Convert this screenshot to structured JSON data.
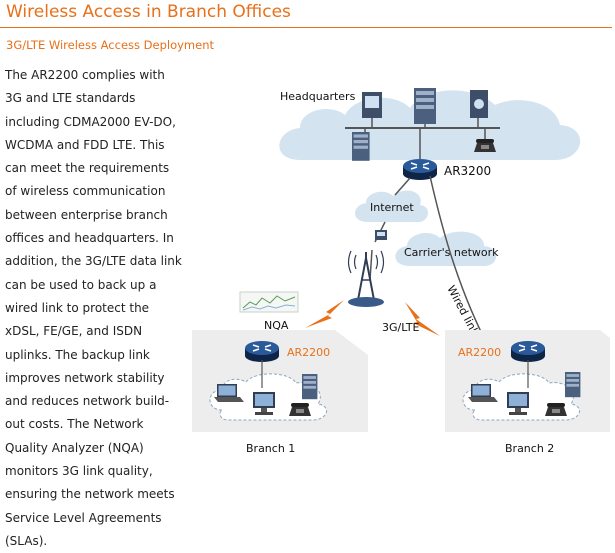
{
  "header": {
    "title": "Wireless Access in Branch Offices",
    "subtitle": "3G/LTE Wireless Access Deployment"
  },
  "body": {
    "paragraph": "The AR2200 complies with 3G and LTE standards including CDMA2000 EV-DO, WCDMA and FDD LTE. This can meet the requirements of wireless communication between enterprise branch offices and headquarters. In addition, the 3G/LTE data link can be used to back up a wired link to protect the xDSL, FE/GE, and ISDN uplinks. The backup link improves network stability and reduces network build-out costs. The Network Quality Analyzer (NQA) monitors 3G link quality, ensuring the network meets Service Level Agreements (SLAs)."
  },
  "diagram": {
    "headquarters_label": "Headquarters",
    "hq_router_label": "AR3200",
    "internet_label": "Internet",
    "carrier_label": "Carrier's network",
    "wired_link_label": "Wired link",
    "nqa_label": "NQA",
    "wireless_label": "3G/LTE",
    "branch1": {
      "router_label": "AR2200",
      "name": "Branch 1"
    },
    "branch2": {
      "router_label": "AR2200",
      "name": "Branch 2"
    },
    "colors": {
      "accent": "#e8701a",
      "cloud": "#d4e3f0",
      "router": "#1c3d6e",
      "branch_panel": "#ededed"
    }
  }
}
